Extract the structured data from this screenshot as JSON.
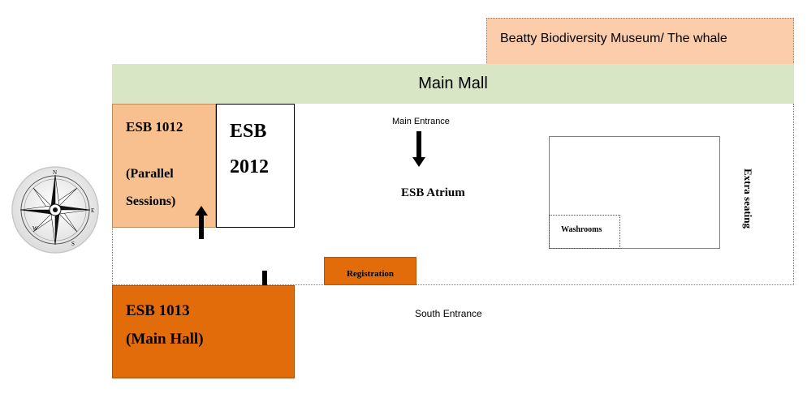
{
  "museum": {
    "label": "Beatty Biodiversity Museum/ The whale"
  },
  "main_mall": {
    "label": "Main Mall"
  },
  "rooms": {
    "esb1012": {
      "line1": "ESB 1012",
      "line2": "(Parallel",
      "line3": "Sessions)"
    },
    "esb2012": {
      "line1": "ESB",
      "line2": "2012"
    },
    "esb1013": {
      "line1": "ESB 1013",
      "line2": "(Main Hall)"
    }
  },
  "labels": {
    "main_entrance": "Main Entrance",
    "atrium": "ESB Atrium",
    "registration": "Registration",
    "south_entrance": "South Entrance",
    "washrooms": "Washrooms",
    "extra_seating": "Extra seating"
  },
  "compass": {
    "north": "N",
    "east": "E",
    "south": "S",
    "west": "W"
  },
  "colors": {
    "museum_fill": "#fbcdaa",
    "mall_fill": "#d9e6c5",
    "esb1012_fill": "#f8c08f",
    "esb1013_fill": "#e36c0a",
    "registration_fill": "#e36c0a"
  }
}
